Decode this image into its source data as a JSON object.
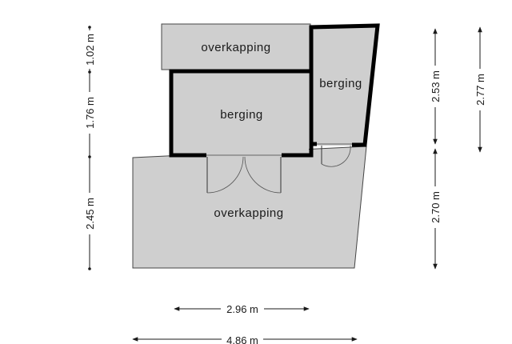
{
  "rooms": {
    "top_overkapping": "overkapping",
    "berging_center": "berging",
    "berging_right": "berging",
    "bottom_overkapping": "overkapping"
  },
  "dimensions": {
    "left_top": "1.02 m",
    "left_mid": "1.76 m",
    "left_bottom": "2.45 m",
    "right_inner_top": "2.53 m",
    "right_inner_bottom": "2.70 m",
    "right_outer": "2.77 m",
    "bottom_inner": "2.96 m",
    "bottom_outer": "4.86 m"
  },
  "colors": {
    "floor": "#cfcfcf",
    "wall": "#000000",
    "line": "#1a1a1a"
  }
}
